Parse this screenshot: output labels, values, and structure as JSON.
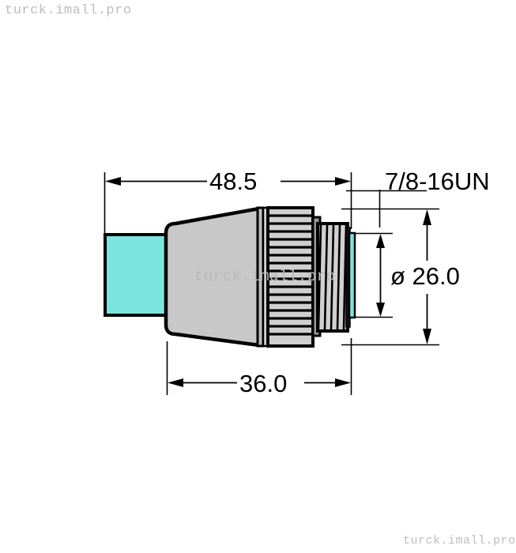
{
  "page": {
    "title": "Turck connector technical dimension drawing",
    "background_color": "#ffffff"
  },
  "watermarks": {
    "top_left": "turck.imall.pro",
    "bottom_right": "turck.imall.pro",
    "center": "turck.imall.pro"
  },
  "dimensions": {
    "overall_length": "48.5",
    "thread_spec": "7/8-16UN",
    "diameter": "ø 26.0",
    "body_length": "36.0"
  },
  "colors": {
    "cable": "#7CE5E0",
    "seal": "#7CE5E0",
    "body": "#C8C8C8",
    "knurl": "#CCCCCC",
    "outline": "#000000",
    "dimension_line": "#000000",
    "watermark": "#bdbdbd"
  },
  "drawing": {
    "part_type": "cable connector, straight, male, 7/8-16UN thread",
    "components": [
      {
        "name": "cable",
        "label": "cable-jacket"
      },
      {
        "name": "body",
        "label": "molded-strain-relief-body"
      },
      {
        "name": "coupling_nut",
        "label": "knurled-coupling-nut"
      },
      {
        "name": "thread",
        "label": "threaded-section"
      },
      {
        "name": "seal",
        "label": "front-face-seal"
      }
    ]
  }
}
